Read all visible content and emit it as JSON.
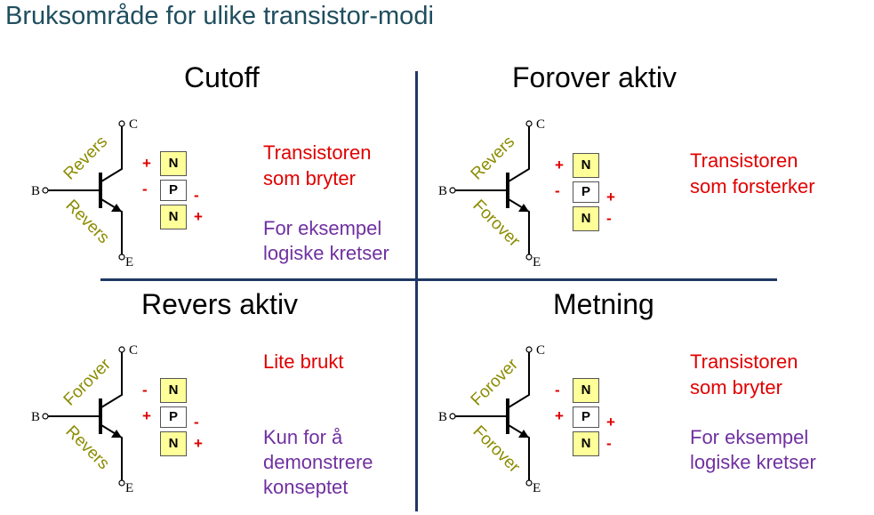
{
  "title": "Bruksområde for ulike transistor-modi",
  "terminals": {
    "c": "C",
    "b": "B",
    "e": "E"
  },
  "layer_labels": {
    "n": "N",
    "p": "P"
  },
  "colors": {
    "heading": "#1f4e5f",
    "divider": "#1f3864",
    "red_text": "#e00000",
    "purple_text": "#7030a0",
    "olive_label": "#8b8b00",
    "layer_fill": "#ffff99"
  },
  "quadrants": [
    {
      "title": "Cutoff",
      "be_label": "Revers",
      "bc_label": "Revers",
      "signs": {
        "left_top": "+",
        "left_mid": "-",
        "right_mid": "-",
        "right_bot": "+"
      },
      "red_lines": [
        "Transistoren",
        "som bryter"
      ],
      "purple_lines": [
        "For eksempel",
        "logiske kretser"
      ]
    },
    {
      "title": "Forover aktiv",
      "be_label": "Forover",
      "bc_label": "Revers",
      "signs": {
        "left_top": "+",
        "left_mid": "-",
        "right_mid": "+",
        "right_bot": "-"
      },
      "red_lines": [
        "Transistoren",
        "som forsterker"
      ],
      "purple_lines": []
    },
    {
      "title": "Revers aktiv",
      "be_label": "Revers",
      "bc_label": "Forover",
      "signs": {
        "left_top": "-",
        "left_mid": "+",
        "right_mid": "-",
        "right_bot": "+"
      },
      "red_lines": [
        "Lite brukt"
      ],
      "purple_lines": [
        "Kun for å",
        "demonstrere",
        "konseptet"
      ]
    },
    {
      "title": "Metning",
      "be_label": "Forover",
      "bc_label": "Forover",
      "signs": {
        "left_top": "-",
        "left_mid": "+",
        "right_mid": "+",
        "right_bot": "-"
      },
      "red_lines": [
        "Transistoren",
        "som bryter"
      ],
      "purple_lines": [
        "For eksempel",
        "logiske kretser"
      ]
    }
  ]
}
